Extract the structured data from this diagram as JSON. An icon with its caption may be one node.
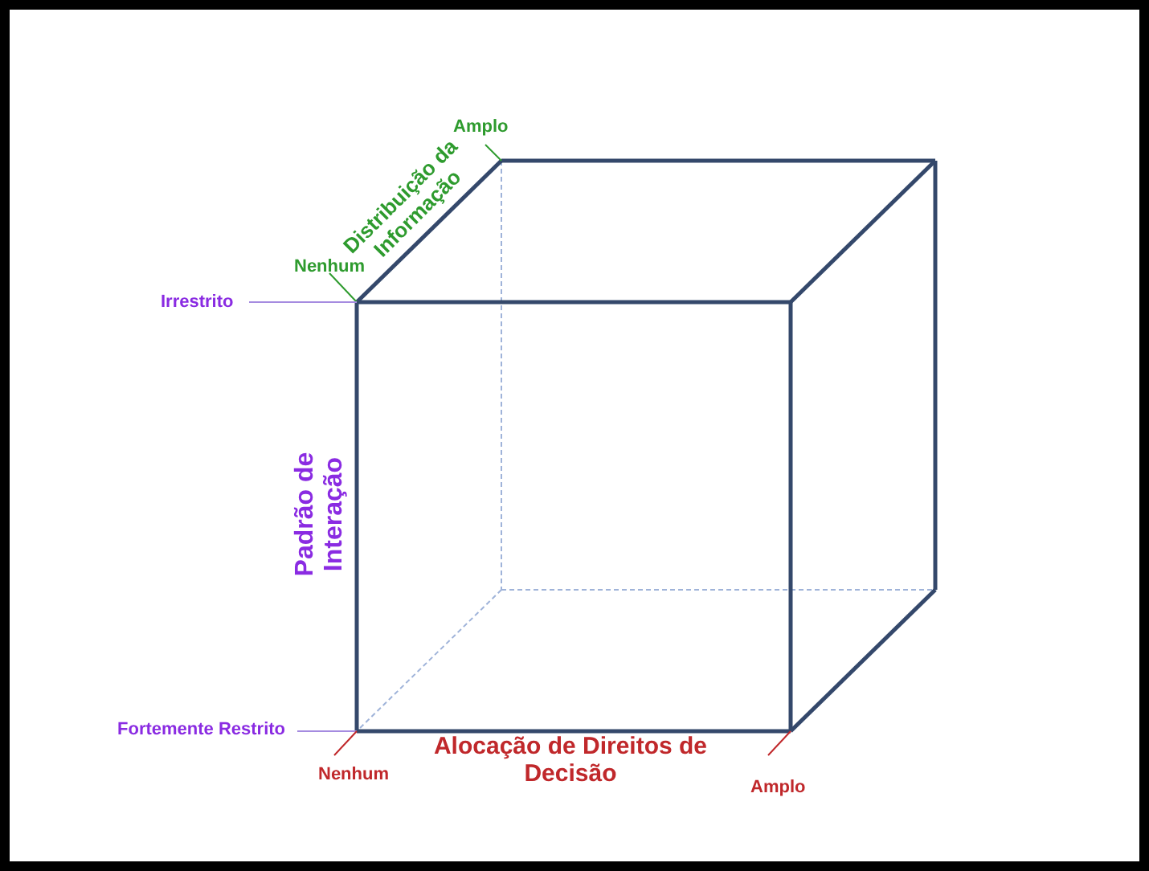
{
  "diagram": {
    "labels": [
      "Amplo",
      "Distribuição da Informação",
      "Nenhum",
      "Irrestrito",
      "Padrão de Interação",
      "Fortemente Restrito",
      "Alocação de Direitos de Decisão",
      "Nenhum",
      "Amplo"
    ]
  }
}
